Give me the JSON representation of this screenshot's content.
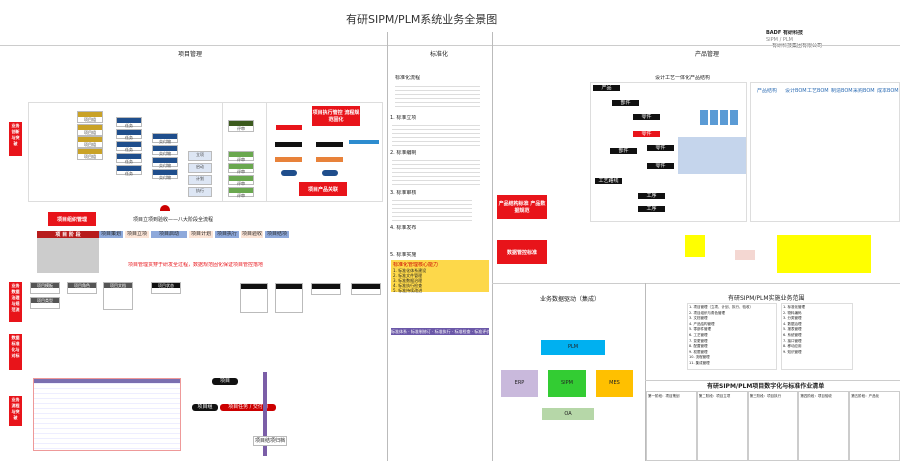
{
  "title": "有研SIPM/PLM系统业务全景图",
  "logo": {
    "line1": "BADF 有研科技",
    "line2": "SIPM / PLM",
    "line3": "有研科技集团有限公司"
  },
  "sections": {
    "project": "项目管理",
    "standard": "标准化",
    "product": "产品管理"
  },
  "left_labels": [
    "业务创新与突破",
    "业务数据治理与规范流",
    "数据标准化与对标",
    "业务流程与突破"
  ],
  "project": {
    "red_boxes": [
      "项目执行管控 流程规范固化",
      "项目产品关联",
      "项目组织管理"
    ],
    "workflow_title": "项目立项到验收——八大阶段全流程",
    "stages": [
      "项目策划",
      "项目立项",
      "项目启动",
      "项目计划",
      "项目执行",
      "项目验收",
      "项目结项"
    ],
    "stage_header": "项 目 阶 段",
    "note": "项目管理贯穿于研发全过程，数据规范固化保证项目管控落地",
    "gold_boxes": [
      "项目组",
      "项目组",
      "项目组",
      "项目组"
    ],
    "navy_boxes": [
      "任务",
      "任务",
      "任务",
      "任务",
      "任务"
    ],
    "navy2_boxes": [
      "交付物",
      "交付物",
      "交付物",
      "交付物"
    ],
    "green_boxes": [
      "评审",
      "评审",
      "评审",
      "评审",
      "评审"
    ],
    "flow_boxes": [
      "立项",
      "启动",
      "计划",
      "执行"
    ],
    "lower_boxes": [
      "项目模板",
      "项目类型",
      "项目角色",
      "项目文档",
      "项目状态"
    ],
    "flow_center": "项目",
    "flow_left": "项目组",
    "flow_right": "项目任务 / 交付物",
    "flow_bottom": "项目结项归档"
  },
  "standard": {
    "intro": "标准化流程",
    "yellow_title": "标准化管理核心能力",
    "yellow_items": [
      "1. 标准化体系建设",
      "2. 标准文件管理",
      "3. 标准数据治理",
      "4. 标准执行检查",
      "5. 标准持续改进"
    ],
    "purple_bar": "标准体系 · 标准制修订 · 标准执行 · 标准检查 · 标准评价",
    "steps": [
      "1. 标准立项",
      "2. 标准编制",
      "3. 标准审核",
      "4. 标准发布",
      "5. 标准实施"
    ]
  },
  "product": {
    "struct_title": "设计工艺一体化产品结构",
    "red_boxes": [
      "产品结构标准 产品数据规范",
      "数据管控标准"
    ],
    "black_nodes": [
      "产品",
      "部件",
      "零件",
      "零件",
      "部件",
      "工艺路线",
      "零件",
      "零件",
      "工序",
      "工序"
    ],
    "columns": [
      "产品结构",
      "设计BOM",
      "工艺BOM",
      "制造BOM",
      "采购BOM",
      "成本BOM"
    ],
    "biz_title": "业务数据驱动（集成）",
    "biz_nodes": [
      "PLM",
      "ERP",
      "SIPM",
      "MES",
      "OA"
    ],
    "scope_title": "有研SIPM/PLM实施业务范围",
    "scope_left": [
      "1. 项目管理（立项、计划、执行、验收）",
      "2. 项目组织与角色管理",
      "3. 文档管理",
      "4. 产品结构管理",
      "5. 零部件管理",
      "6. 工艺管理",
      "7. 变更管理",
      "8. 配置管理",
      "9. 权限管理",
      "10. 流程管理",
      "11. 集成管理"
    ],
    "scope_right": [
      "1. 标准化管理",
      "2. 物料编码",
      "3. 分类管理",
      "4. 数据治理",
      "5. 报表管理",
      "6. 系统管理",
      "7. 接口管理",
      "8. 移动应用",
      "9. 知识管理"
    ],
    "digital_title": "有研SIPM/PLM项目数字化与标准作业清单",
    "digital_cols": [
      "第一阶段：项目策划",
      "第二阶段：项目立项",
      "第三阶段：项目执行",
      "第四阶段：项目验收",
      "第五阶段：产品化"
    ]
  }
}
